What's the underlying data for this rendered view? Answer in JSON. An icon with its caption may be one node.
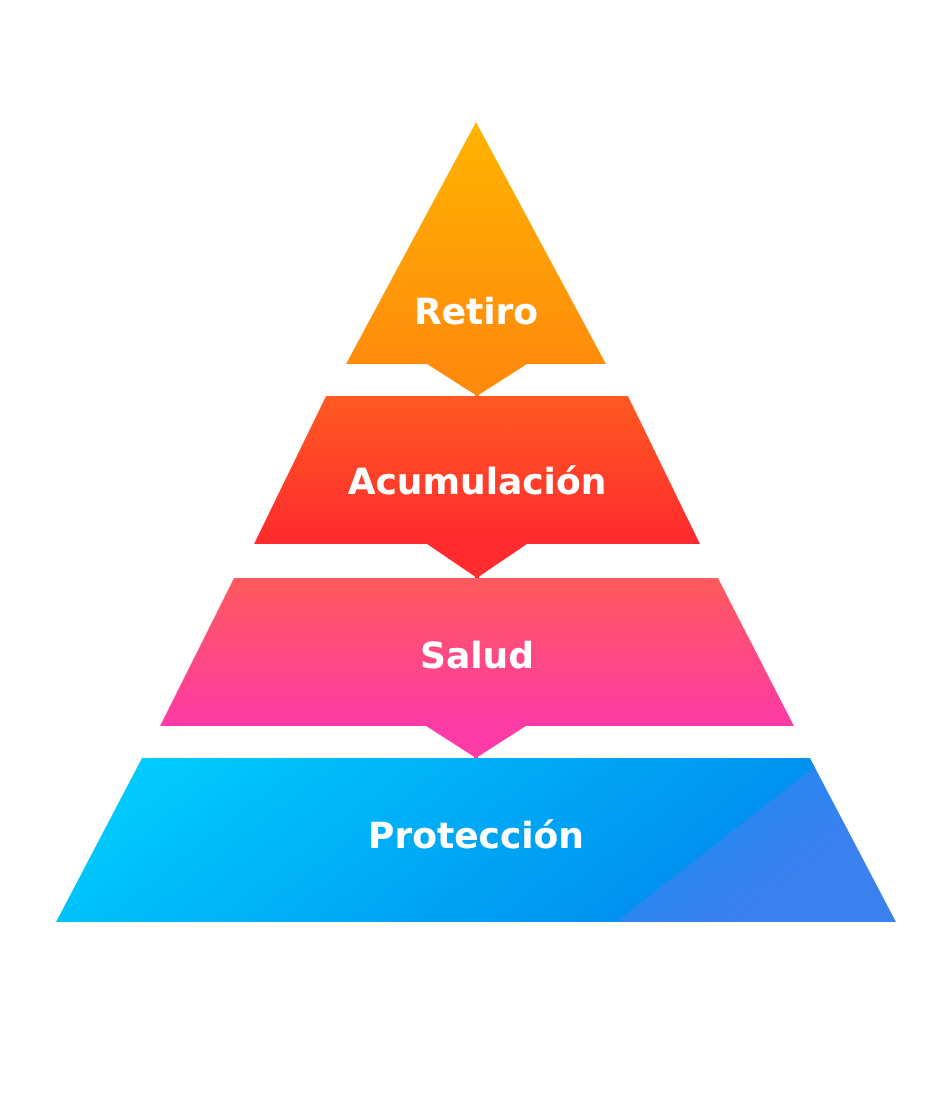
{
  "diagram": {
    "nodes": [
      {
        "text": [
          "Retiro"
        ]
      },
      {
        "text": [
          "Acumulación"
        ]
      },
      {
        "text": [
          "Salud"
        ]
      },
      {
        "text": [
          "Protección"
        ]
      }
    ],
    "edges": [
      {
        "from": 0,
        "to": 1,
        "arrow": "to",
        "color": "#ff8a0c"
      },
      {
        "from": 1,
        "to": 2,
        "arrow": "to",
        "color": "#ff2b2e"
      },
      {
        "from": 2,
        "to": 3,
        "arrow": "to",
        "color": "#fd3aa6"
      }
    ]
  }
}
